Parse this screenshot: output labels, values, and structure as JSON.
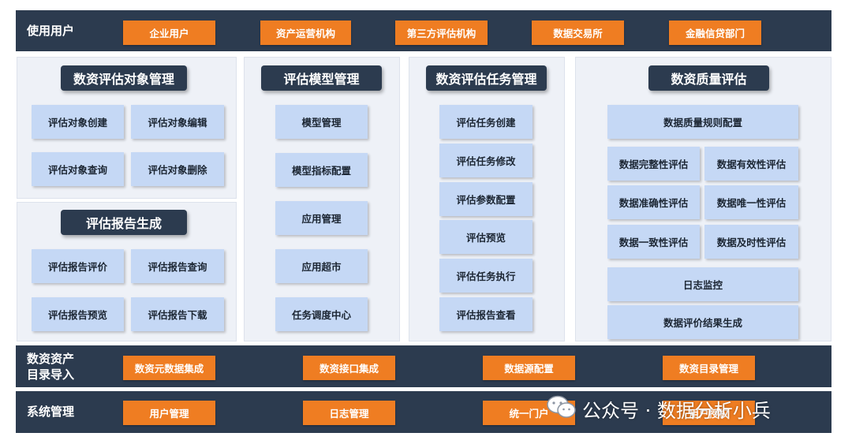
{
  "colors": {
    "band": "#2c3b4f",
    "accent": "#ef7d22",
    "cell": "#c5d8f5",
    "panel": "#eef1f7"
  },
  "users": {
    "label": "使用用户",
    "items": [
      "企业用户",
      "资产运营机构",
      "第三方评估机构",
      "数据交易所",
      "金融信贷部门"
    ]
  },
  "object_mgmt": {
    "title": "数资评估对象管理",
    "items": [
      "评估对象创建",
      "评估对象编辑",
      "评估对象查询",
      "评估对象删除"
    ]
  },
  "report_gen": {
    "title": "评估报告生成",
    "items": [
      "评估报告评价",
      "评估报告查询",
      "评估报告预览",
      "评估报告下载"
    ]
  },
  "model_mgmt": {
    "title": "评估模型管理",
    "items": [
      "模型管理",
      "模型指标配置",
      "应用管理",
      "应用超市",
      "任务调度中心"
    ]
  },
  "task_mgmt": {
    "title": "数资评估任务管理",
    "items": [
      "评估任务创建",
      "评估任务修改",
      "评估参数配置",
      "评估预览",
      "评估任务执行",
      "评估报告查看"
    ]
  },
  "quality": {
    "title": "数资质量评估",
    "rule": "数据质量规则配置",
    "grid": [
      "数据完整性评估",
      "数据有效性评估",
      "数据准确性评估",
      "数据唯一性评估",
      "数据一致性评估",
      "数据及时性评估"
    ],
    "log": "日志监控",
    "result": "数据评价结果生成"
  },
  "catalog": {
    "label_line1": "数资资产",
    "label_line2": "目录导入",
    "items": [
      "数资元数据集成",
      "数资接口集成",
      "数据源配置",
      "数资目录管理"
    ]
  },
  "system": {
    "label": "系统管理",
    "items": [
      "用户管理",
      "日志管理",
      "统一门户",
      "用户授权"
    ]
  },
  "watermark": {
    "text": "公众号 · 数据分析小兵",
    "icon": "wechat-icon"
  }
}
